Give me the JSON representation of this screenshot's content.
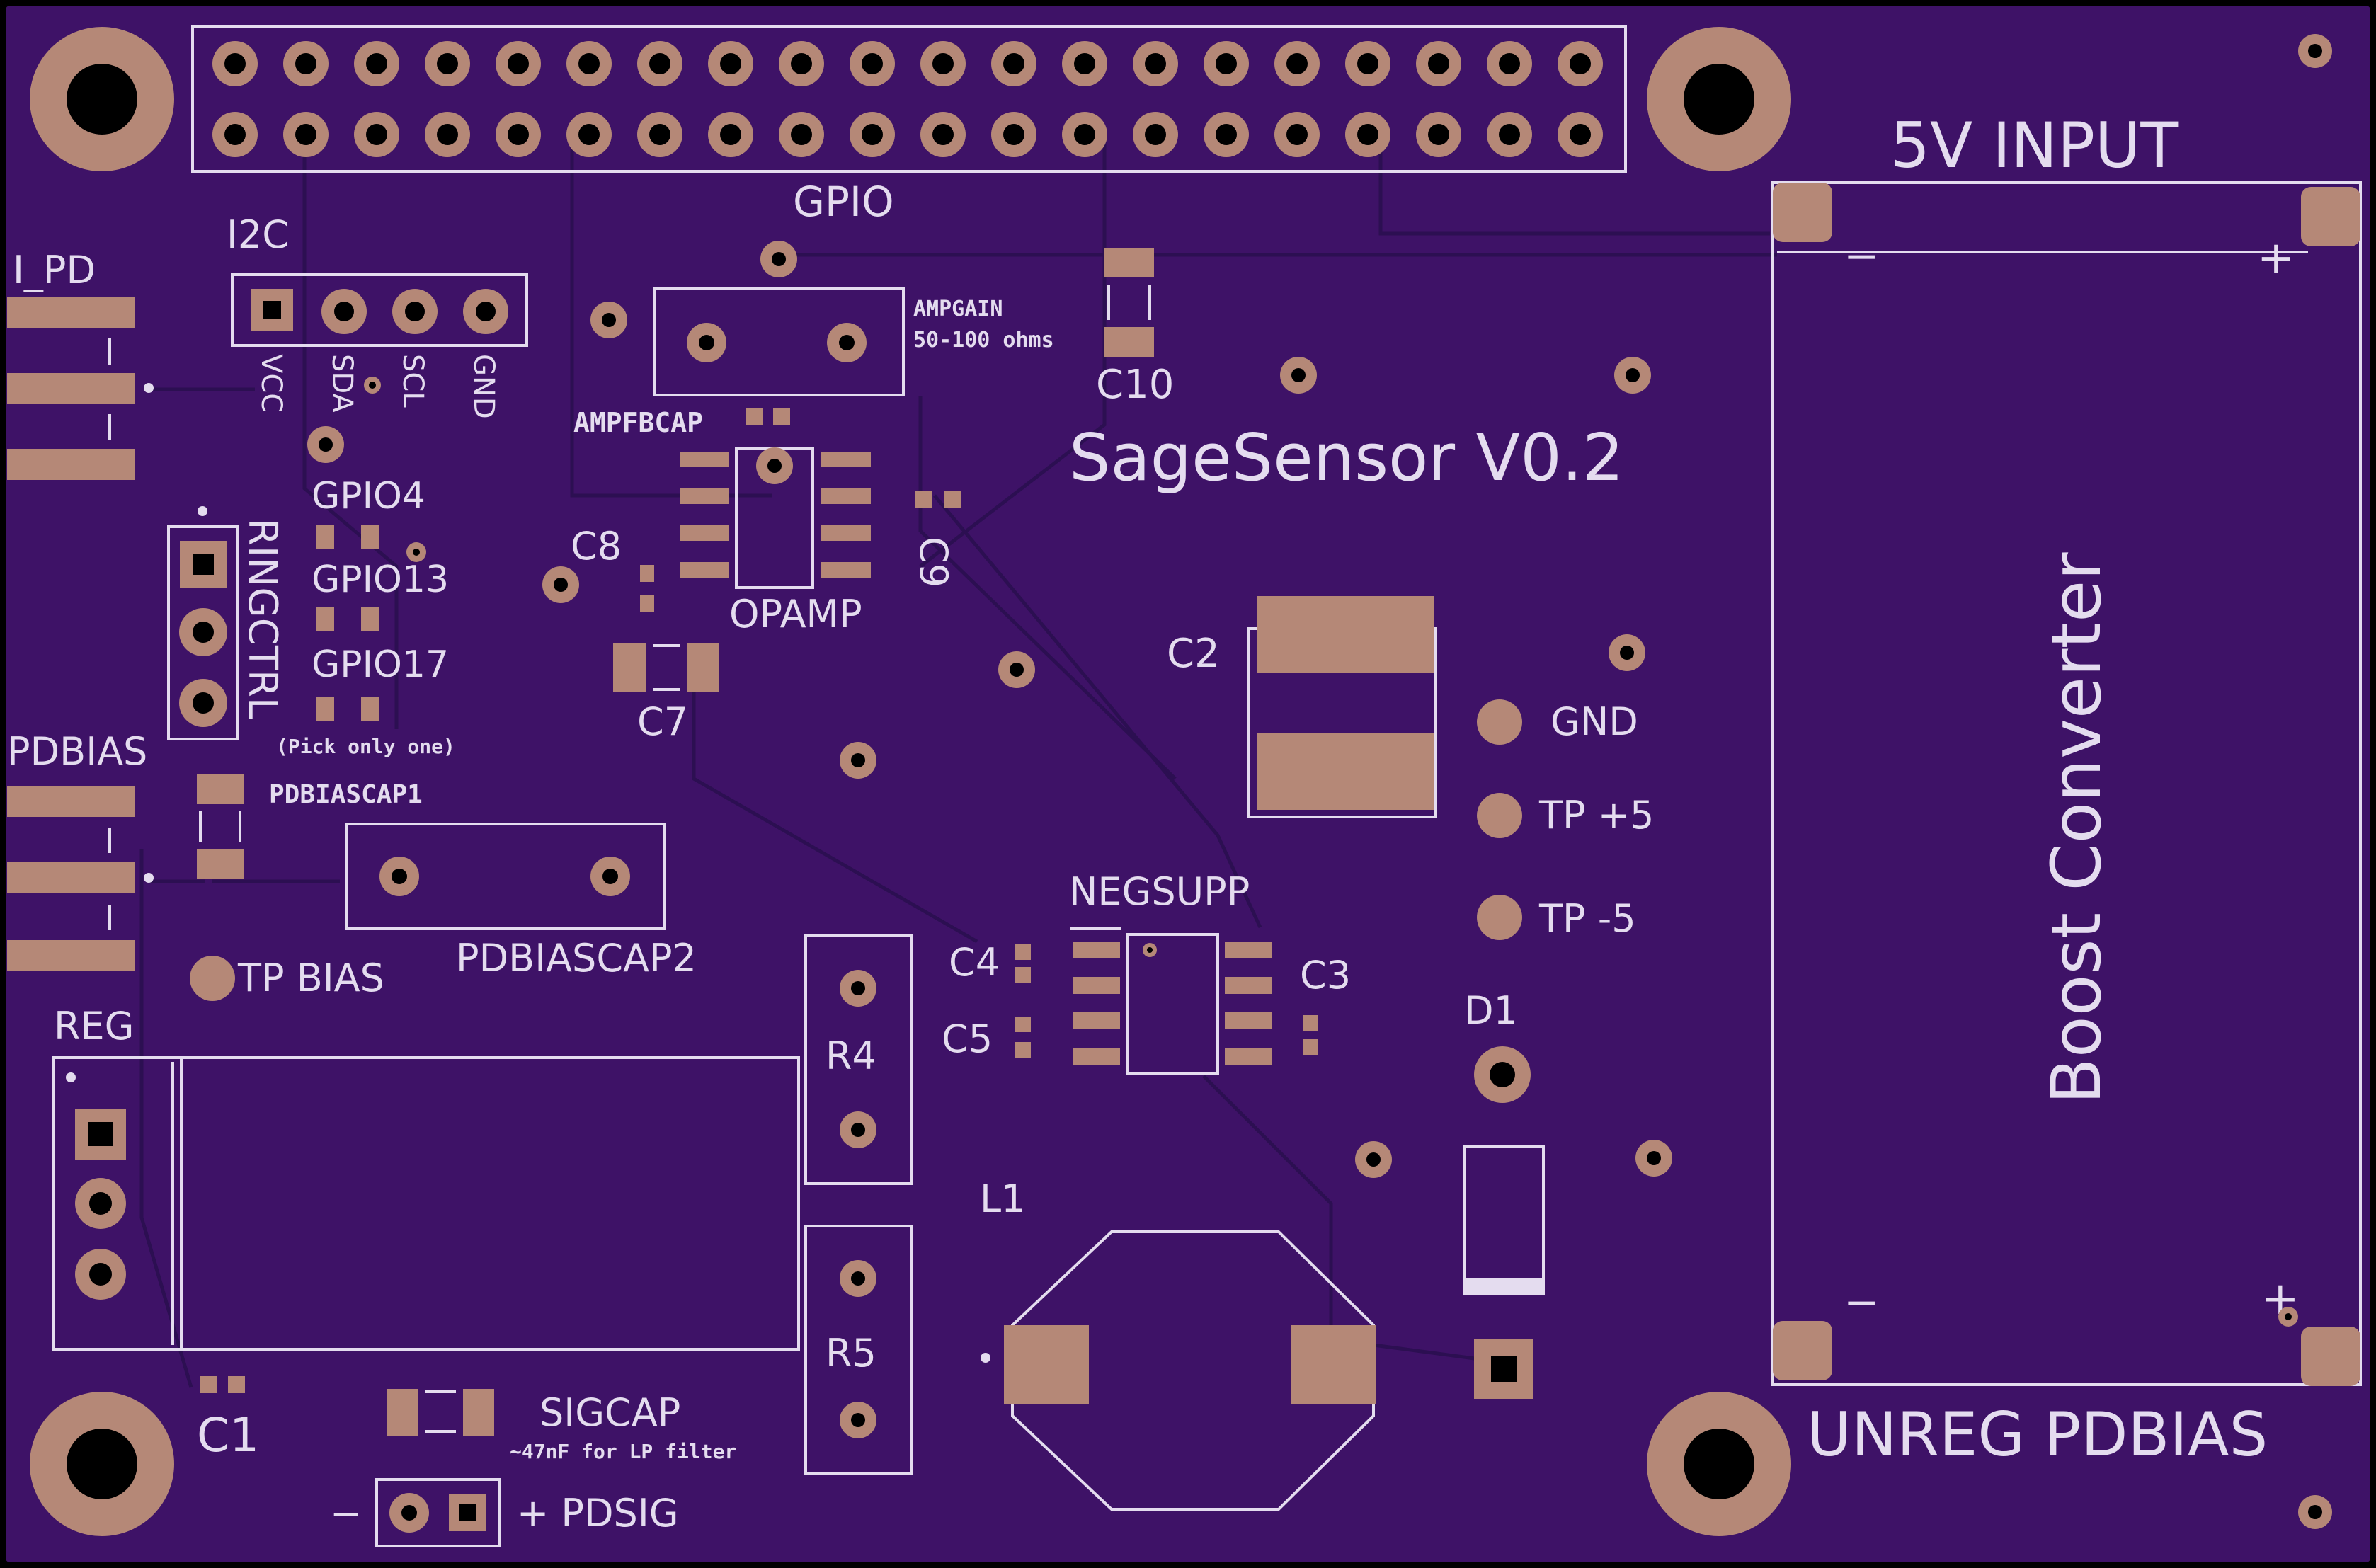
{
  "board": {
    "title": "SageSensor V0.2",
    "colors": {
      "soldermask": "#3e1267",
      "silkscreen": "#e4dcef",
      "copper_pad": "#b58877",
      "edge": "#000000"
    }
  },
  "labels": {
    "gpio": "GPIO",
    "i2c": "I2C",
    "i2c_pins": [
      "VCC",
      "SDA",
      "SCL",
      "GND"
    ],
    "i_pd": "I_PD",
    "gpio4": "GPIO4",
    "gpio13": "GPIO13",
    "gpio17": "GPIO17",
    "pick_only_one": "(Pick only one)",
    "ringctrl": "RINGCTRL",
    "pdbias": "PDBIAS",
    "pdbiascap1": "PDBIASCAP1",
    "pdbiascap2": "PDBIASCAP2",
    "tp_bias": "TP BIAS",
    "reg": "REG",
    "c1": "C1",
    "sigcap": "SIGCAP",
    "sigcap_note": "~47nF for LP filter",
    "pdsig_minus": "−",
    "pdsig": "+ PDSIG",
    "ampgain": "AMPGAIN",
    "ampgain_note": "50-100 ohms",
    "ampfbcap": "AMPFBCAP",
    "c8": "C8",
    "c7": "C7",
    "opamp": "OPAMP",
    "c9": "C9",
    "c10": "C10",
    "c2": "C2",
    "gnd": "GND",
    "tp_p5": "TP +5",
    "tp_m5": "TP -5",
    "d1": "D1",
    "negsupp": "NEGSUPP",
    "c4": "C4",
    "c5": "C5",
    "c3": "C3",
    "r4": "R4",
    "r5": "R5",
    "l1": "L1",
    "five_v_input": "5V INPUT",
    "boost": "Boost Converter",
    "unreg": "UNREG PDBIAS",
    "bc_minus": "−",
    "bc_plus": "+"
  }
}
